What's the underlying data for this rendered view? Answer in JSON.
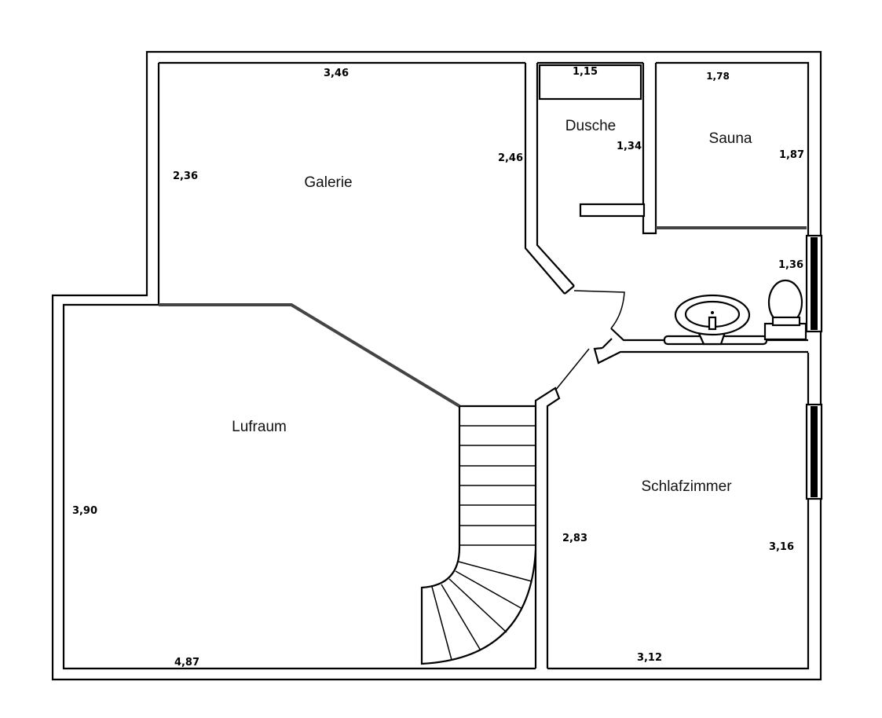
{
  "rooms": {
    "galerie": "Galerie",
    "dusche": "Dusche",
    "sauna": "Sauna",
    "luftraum": "Lufraum",
    "schlafzimmer": "Schlafzimmer"
  },
  "dimensions": {
    "galerie_top": "3,46",
    "galerie_left": "2,36",
    "galerie_right": "2,46",
    "dusche_top": "1,15",
    "dusche_right": "1,34",
    "sauna_top": "1,78",
    "sauna_right": "1,87",
    "bath_right": "1,36",
    "luftraum_left": "3,90",
    "luftraum_bottom": "4,87",
    "schlafzimmer_left": "2,83",
    "schlafzimmer_right": "3,16",
    "schlafzimmer_bottom": "3,12"
  }
}
